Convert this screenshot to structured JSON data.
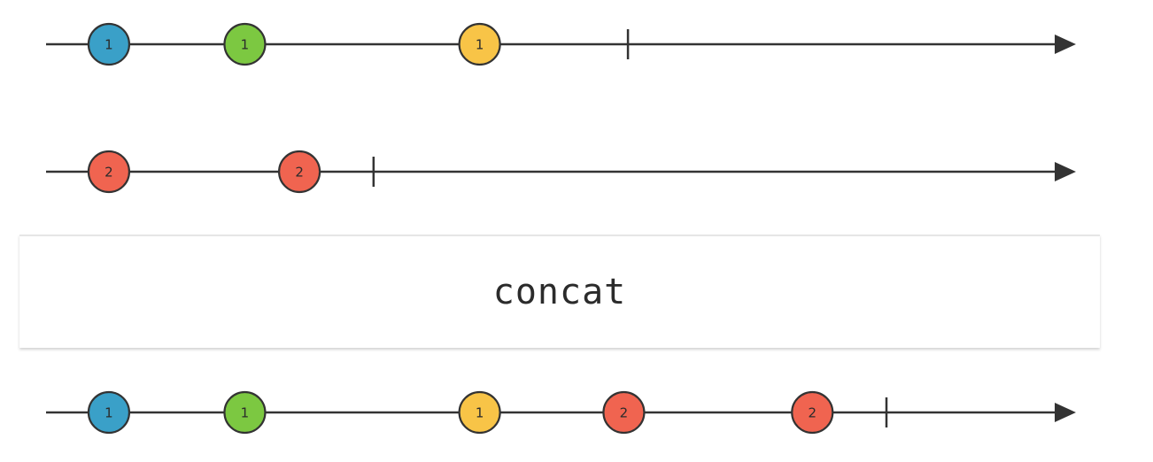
{
  "operator": {
    "label": "concat"
  },
  "colors": {
    "line": "#333333",
    "blue": "#3aa0c8",
    "green": "#7cc841",
    "yellow": "#f8c447",
    "red": "#f06450"
  },
  "timelines": [
    {
      "id": "input-1",
      "completeAt": 0.565,
      "marbles": [
        {
          "label": "1",
          "color": "blue",
          "t": 0.061
        },
        {
          "label": "1",
          "color": "green",
          "t": 0.193
        },
        {
          "label": "1",
          "color": "yellow",
          "t": 0.421
        }
      ]
    },
    {
      "id": "input-2",
      "completeAt": 0.318,
      "marbles": [
        {
          "label": "2",
          "color": "red",
          "t": 0.061
        },
        {
          "label": "2",
          "color": "red",
          "t": 0.246
        }
      ]
    },
    {
      "id": "output",
      "completeAt": 0.816,
      "marbles": [
        {
          "label": "1",
          "color": "blue",
          "t": 0.061
        },
        {
          "label": "1",
          "color": "green",
          "t": 0.193
        },
        {
          "label": "1",
          "color": "yellow",
          "t": 0.421
        },
        {
          "label": "2",
          "color": "red",
          "t": 0.561
        },
        {
          "label": "2",
          "color": "red",
          "t": 0.744
        }
      ]
    }
  ]
}
